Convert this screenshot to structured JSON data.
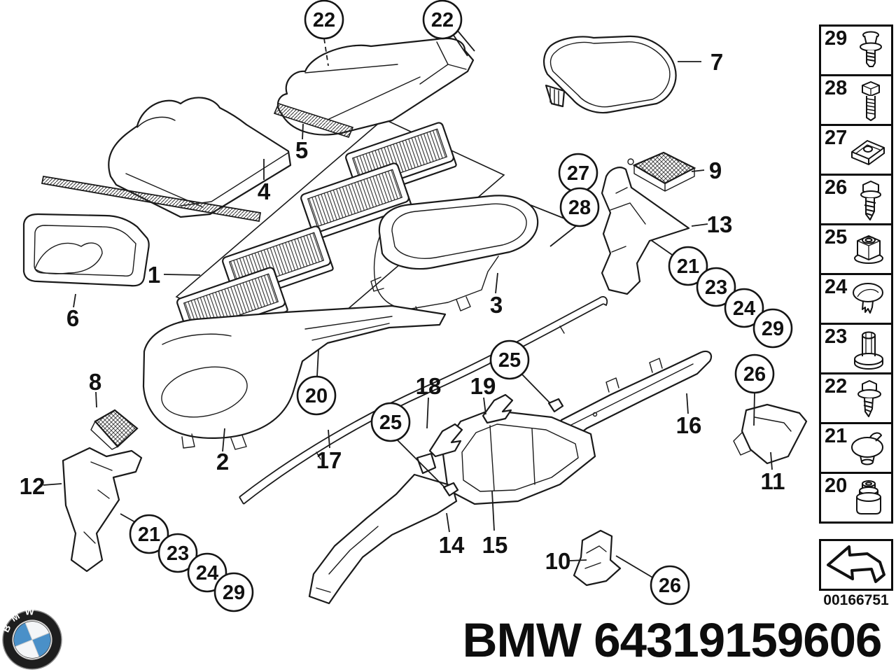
{
  "page": {
    "title": "BMW 64319159606",
    "doc_number": "00166751"
  },
  "brand": {
    "name": "BMW",
    "roundel_blue": "#4a90c8",
    "roundel_ring": "#1e1e1e"
  },
  "diagram": {
    "part_labels": [
      {
        "text": "1"
      },
      {
        "text": "2"
      },
      {
        "text": "3"
      },
      {
        "text": "4"
      },
      {
        "text": "5"
      },
      {
        "text": "6"
      },
      {
        "text": "7"
      },
      {
        "text": "8"
      },
      {
        "text": "9"
      },
      {
        "text": "10"
      },
      {
        "text": "11"
      },
      {
        "text": "12"
      },
      {
        "text": "13"
      },
      {
        "text": "14"
      },
      {
        "text": "15"
      },
      {
        "text": "16"
      },
      {
        "text": "17"
      },
      {
        "text": "18"
      },
      {
        "text": "19"
      }
    ],
    "callouts": [
      {
        "text": "22"
      },
      {
        "text": "22"
      },
      {
        "text": "27"
      },
      {
        "text": "28"
      },
      {
        "text": "21"
      },
      {
        "text": "23"
      },
      {
        "text": "24"
      },
      {
        "text": "29"
      },
      {
        "text": "25"
      },
      {
        "text": "25"
      },
      {
        "text": "20"
      },
      {
        "text": "26"
      },
      {
        "text": "26"
      },
      {
        "text": "21"
      },
      {
        "text": "23"
      },
      {
        "text": "24"
      },
      {
        "text": "29"
      }
    ]
  },
  "sidebar": {
    "rows": [
      {
        "num": "29",
        "icon": "expansion-rivet-icon"
      },
      {
        "num": "28",
        "icon": "hex-flange-bolt-icon"
      },
      {
        "num": "27",
        "icon": "clip-nut-icon"
      },
      {
        "num": "26",
        "icon": "tapping-screw-icon"
      },
      {
        "num": "25",
        "icon": "flange-nut-icon"
      },
      {
        "num": "24",
        "icon": "push-rivet-icon"
      },
      {
        "num": "23",
        "icon": "expander-rivet-icon"
      },
      {
        "num": "22",
        "icon": "washer-screw-icon"
      },
      {
        "num": "21",
        "icon": "cover-cap-icon"
      },
      {
        "num": "20",
        "icon": "grommet-icon"
      }
    ],
    "nav_arrow_icon": "back-arrow-icon"
  }
}
